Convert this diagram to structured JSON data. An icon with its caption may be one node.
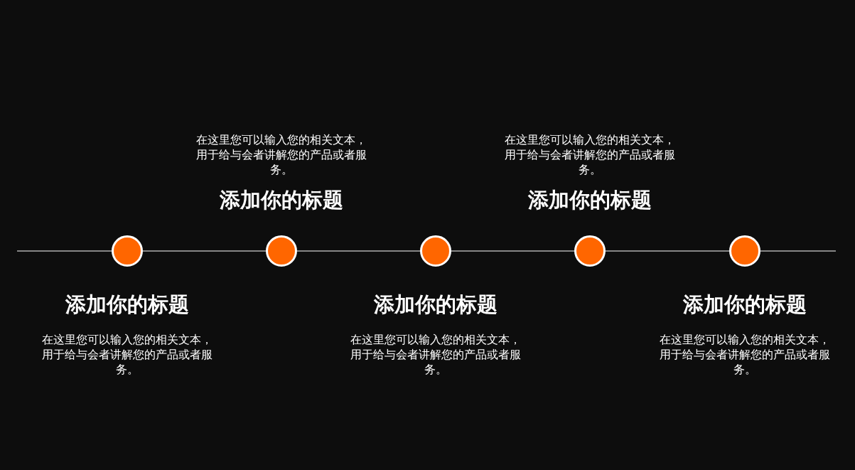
{
  "diagram": {
    "nodes": [
      {
        "text": [],
        "shape": "circle",
        "beside": [
          "添加你的标题",
          "在这里您可以输入您的相关文本，用于给与会者讲解您的产品或者服务。"
        ]
      },
      {
        "text": [],
        "shape": "circle",
        "beside": [
          "添加你的标题",
          "在这里您可以输入您的相关文本，用于给与会者讲解您的产品或者服务。"
        ]
      },
      {
        "text": [],
        "shape": "circle",
        "beside": [
          "添加你的标题",
          "在这里您可以输入您的相关文本，用于给与会者讲解您的产品或者服务。"
        ]
      },
      {
        "text": [],
        "shape": "circle",
        "beside": [
          "添加你的标题",
          "在这里您可以输入您的相关文本，用于给与会者讲解您的产品或者服务。"
        ]
      },
      {
        "text": [],
        "shape": "circle",
        "beside": [
          "添加你的标题",
          "在这里您可以输入您的相关文本，用于给与会者讲解您的产品或者服务。"
        ]
      }
    ],
    "edges": [
      {
        "from": null,
        "to": 0,
        "arrow": "none"
      },
      {
        "from": 0,
        "to": 1,
        "arrow": "none"
      },
      {
        "from": 1,
        "to": 2,
        "arrow": "none"
      },
      {
        "from": 2,
        "to": 3,
        "arrow": "none"
      },
      {
        "from": 3,
        "to": 4,
        "arrow": "none"
      },
      {
        "from": 4,
        "to": null,
        "arrow": "none"
      }
    ]
  }
}
